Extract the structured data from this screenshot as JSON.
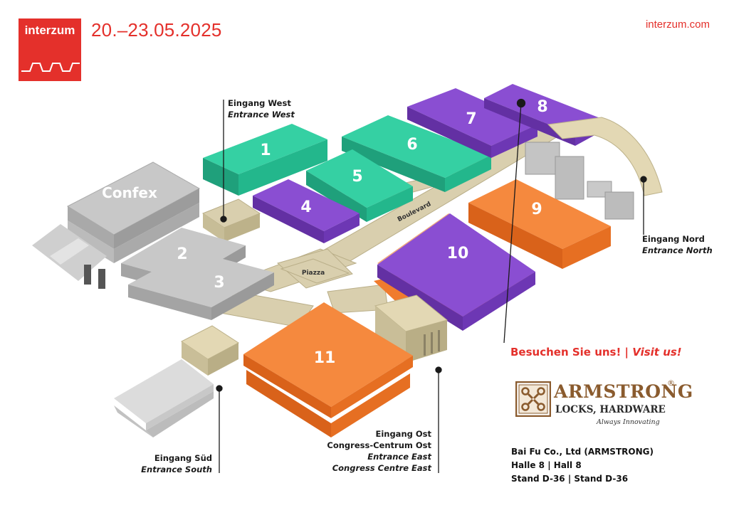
{
  "brand": {
    "logo_text": "interzum",
    "dates": "20.–23.05.2025",
    "website": "interzum.com"
  },
  "halls": {
    "confex": "Confex",
    "h1": "1",
    "h2": "2",
    "h3": "3",
    "h4": "4",
    "h5": "5",
    "h6": "6",
    "h7": "7",
    "h8": "8",
    "h9": "9",
    "h10": "10",
    "h11": "11"
  },
  "places": {
    "boulevard": "Boulevard",
    "piazza": "Piazza"
  },
  "entrances": {
    "west": {
      "de": "Eingang West",
      "en": "Entrance West"
    },
    "north": {
      "de": "Eingang Nord",
      "en": "Entrance North"
    },
    "south": {
      "de": "Eingang Süd",
      "en": "Entrance South"
    },
    "east": {
      "de": "Eingang Ost",
      "de2": "Congress-Centrum Ost",
      "en": "Entrance East",
      "en2": "Congress Centre East"
    }
  },
  "colors": {
    "brand_red": "#e4302b",
    "green": "#2ec79a",
    "purple": "#8242c8",
    "orange": "#f07b2e",
    "grey": "#b5b5b5",
    "walkway": "#d9cfae",
    "bronze": "#8a5b2e"
  },
  "visit": {
    "de": "Besuchen Sie uns! | ",
    "en": "Visit us!"
  },
  "exhibitor": {
    "logo_name": "ARMSTRONG",
    "logo_sub": "LOCKS, HARDWARE",
    "logo_tagline": "Always Innovating",
    "company": "Bai Fu Co., Ltd (ARMSTRONG)",
    "hall": "Halle 8 | Hall 8",
    "stand": "Stand D-36 | Stand D-36"
  }
}
